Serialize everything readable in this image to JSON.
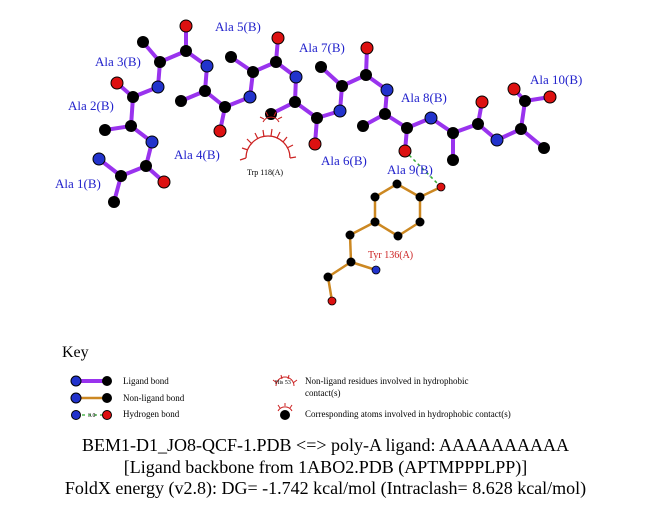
{
  "diagram": {
    "residues": {
      "ala1": "Ala 1(B)",
      "ala2": "Ala 2(B)",
      "ala3": "Ala 3(B)",
      "ala4": "Ala 4(B)",
      "ala5": "Ala 5(B)",
      "ala6": "Ala 6(B)",
      "ala7": "Ala 7(B)",
      "ala8": "Ala 8(B)",
      "ala9": "Ala 9(B)",
      "ala10": "Ala 10(B)"
    },
    "nonligand": {
      "tyr136": "Tyr 136(A)"
    },
    "hydrophobic": {
      "trp118": "Trp 118(A)"
    }
  },
  "key": {
    "title": "Key",
    "ligand_bond": "Ligand bond",
    "nonligand_bond": "Non-ligand bond",
    "hydrogen_bond": "Hydrogen bond",
    "hbond_length": "3.0",
    "hydrophobic_residue_example": "His 53",
    "hydrophobic_residue_text_1": "Non-ligand residues involved in hydrophobic",
    "hydrophobic_residue_text_2": "contact(s)",
    "hydrophobic_atom_text": "Corresponding atoms involved in hydrophobic contact(s)"
  },
  "footer": {
    "line1": "BEM1-D1_JO8-QCF-1.PDB <=> poly-A ligand: AAAAAAAAAA",
    "line2": "[Ligand backbone from 1ABO2.PDB (APTMPPPLPP)]",
    "line3": "FoldX energy (v2.8): DG= -1.742 kcal/mol (Intraclash= 8.628 kcal/mol)"
  },
  "colors": {
    "ligand_bond": "#9933ee",
    "nonligand_bond": "#cc8822",
    "hbond": "#33aa33",
    "carbon": "#000000",
    "nitrogen": "#2233cc",
    "oxygen": "#dd1111",
    "residue_label": "#2222cc",
    "nonligand_label": "#cc2222",
    "hydrophobic_arc": "#cc2222"
  }
}
